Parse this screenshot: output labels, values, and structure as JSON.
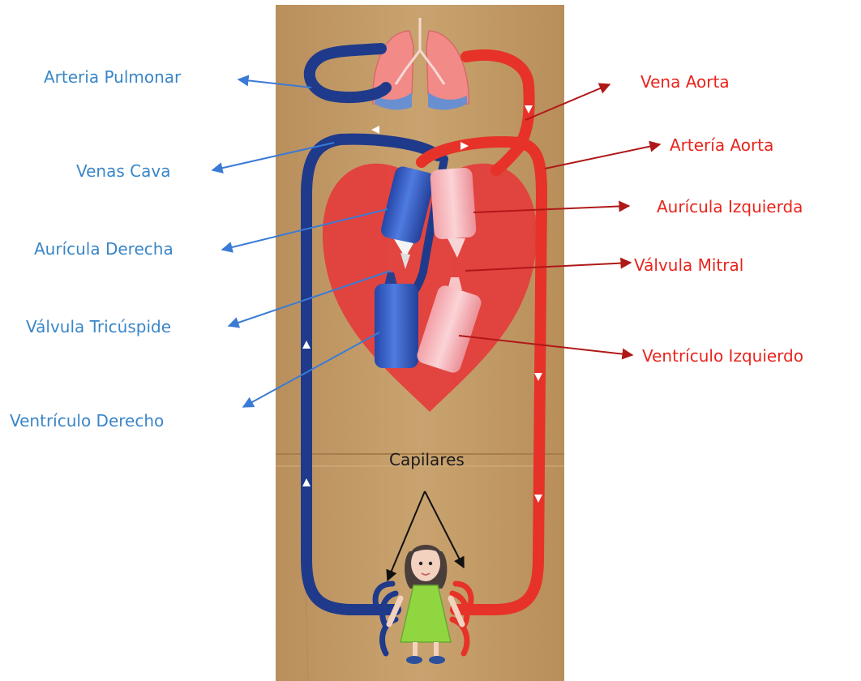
{
  "labels": {
    "left": [
      "Arteria Pulmonar",
      "Venas Cava",
      "Aurícula Derecha",
      "Válvula Tricúspide",
      "Ventrículo Derecho"
    ],
    "right": [
      "Vena Aorta",
      "Artería Aorta",
      "Aurícula Izquierda",
      "Válvula Mitral",
      "Ventrículo Izquierdo"
    ],
    "center": "Capilares"
  },
  "colors": {
    "left_label": "#3a86c8",
    "right_label": "#e8241c",
    "cardboard": "#c8a26e",
    "vein_blue": "#1f3c8c",
    "artery_red": "#e8302a",
    "heart_red": "#e84040"
  }
}
